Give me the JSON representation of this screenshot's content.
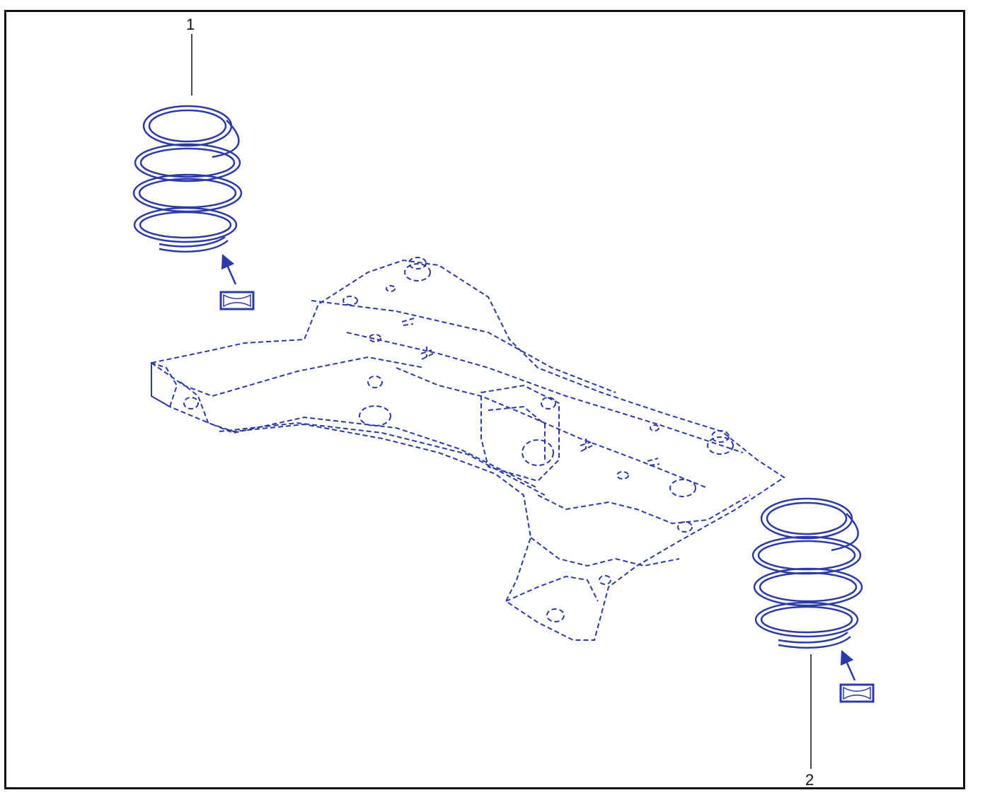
{
  "diagram": {
    "callouts": [
      {
        "id": "1",
        "label": "1",
        "part": "spring-front-left"
      },
      {
        "id": "2",
        "label": "2",
        "part": "spring-front-right"
      }
    ],
    "icons": [
      {
        "name": "lubricant-symbol-icon"
      },
      {
        "name": "lubricant-symbol-icon"
      }
    ],
    "colors": {
      "line": "#2b3aa8",
      "frame": "#111111",
      "callout": "#111111",
      "background": "#ffffff"
    }
  }
}
